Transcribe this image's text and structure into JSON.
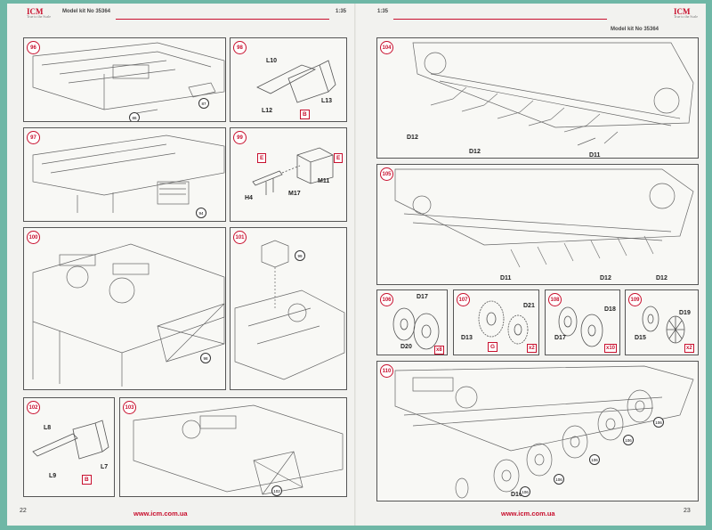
{
  "header": {
    "model_kit_left": "Model kit No 35364",
    "scale_left": "1:35",
    "scale_right": "1:35",
    "model_kit_right": "Model kit No 35364",
    "logo": "ICM",
    "logo_tagline": "True to the Scale"
  },
  "colors": {
    "accent": "#c8102e",
    "background": "#6fb7a6",
    "paper": "#f2f2ef"
  },
  "footer": {
    "left_page_number": "22",
    "right_page_number": "23",
    "url_left": "www.icm.com.ua",
    "url_right": "www.icm.com.ua"
  },
  "steps": {
    "s96": {
      "num": "96",
      "refs": [
        "86",
        "87"
      ]
    },
    "s97": {
      "num": "97",
      "refs": [
        "94"
      ]
    },
    "s98": {
      "num": "98",
      "labels": [
        "L10",
        "L12",
        "L13"
      ],
      "tag": "B"
    },
    "s99": {
      "num": "99",
      "labels": [
        "H4",
        "M17",
        "M11"
      ],
      "tags": [
        "E",
        "E"
      ]
    },
    "s100": {
      "num": "100",
      "refs": [
        "98"
      ]
    },
    "s101": {
      "num": "101",
      "refs": [
        "99"
      ]
    },
    "s102": {
      "num": "102",
      "labels": [
        "L8",
        "L7",
        "L9"
      ],
      "tag": "B"
    },
    "s103": {
      "num": "103",
      "refs": [
        "102"
      ]
    },
    "s104": {
      "num": "104",
      "labels": [
        "D12",
        "D12",
        "D11"
      ]
    },
    "s105": {
      "num": "105",
      "labels": [
        "D11",
        "D12",
        "D12"
      ]
    },
    "s106": {
      "num": "106",
      "labels": [
        "D17",
        "D20"
      ],
      "qty": "x8"
    },
    "s107": {
      "num": "107",
      "labels": [
        "D21",
        "D13"
      ],
      "tag": "G",
      "qty": "x2"
    },
    "s108": {
      "num": "108",
      "labels": [
        "D18",
        "D17"
      ],
      "qty": "x10"
    },
    "s109": {
      "num": "109",
      "labels": [
        "D19",
        "D15"
      ],
      "qty": "x2"
    },
    "s110": {
      "num": "110",
      "labels": [
        "D16"
      ],
      "refs": [
        "106",
        "106",
        "106",
        "106",
        "106"
      ]
    }
  }
}
